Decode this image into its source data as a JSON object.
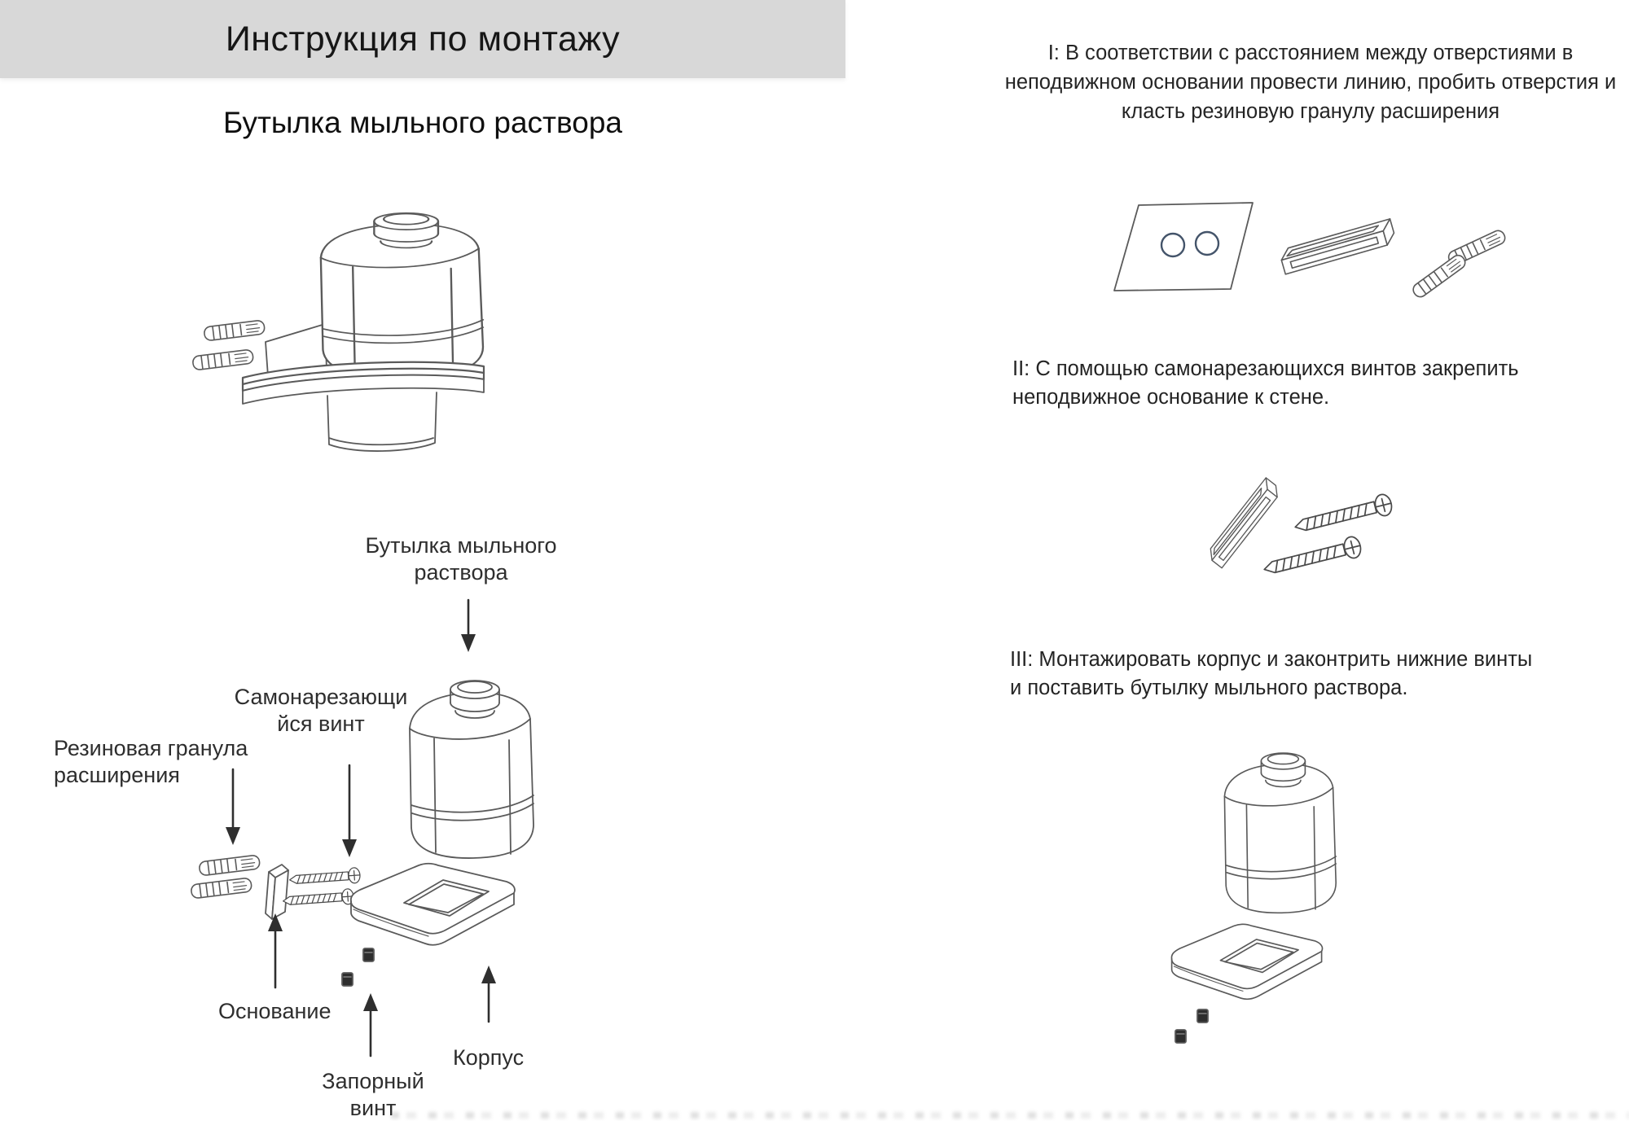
{
  "colors": {
    "banner_bg": "#d8d8d8",
    "page_bg": "#ffffff",
    "text": "#242424",
    "line_art": "#5a5a5a",
    "drill_hole_accent": "#44546a"
  },
  "header": {
    "title": "Инструкция по монтажу"
  },
  "left_panel": {
    "subtitle": "Бутылка мыльного раствора",
    "callouts": {
      "bottle": "Бутылка мыльного\nраствора",
      "screw": "Самонарезающи\nйся винт",
      "plug": "Резиновая гранула\nрасширения",
      "base": "Основание",
      "lock_screw": "Запорный\nвинт",
      "body": "Корпус"
    },
    "illustrations": {
      "assembled": "soap-dispenser-bottle-mounted-on-wall-holder-with-two-expansion-plugs",
      "exploded": "exploded-view: bottle, expansion-plugs, base-block, self-tapping-screws, holder-body, lock-screws"
    }
  },
  "right_panel": {
    "steps": [
      {
        "id": "I",
        "text": "I: В соответствии с расстоянием между отверстиями в\nнеподвижном основании провести линию, пробить отверстия и\nкласть резиновую гранулу расширения",
        "illustration": "drill-template-plate-with-two-holes, fixed-base-bracket, two-expansion-plugs"
      },
      {
        "id": "II",
        "text": "II: С помощью самонарезающихся винтов закрепить\nнеподвижное основание к стене.",
        "illustration": "fixed-base-bracket, two-self-tapping-screws"
      },
      {
        "id": "III",
        "text": "III: Монтажировать корпус и законтрить нижние винты\nи поставить бутылку мыльного раствора.",
        "illustration": "soap-bottle-above-holder-body, two-lock-screws"
      }
    ]
  }
}
